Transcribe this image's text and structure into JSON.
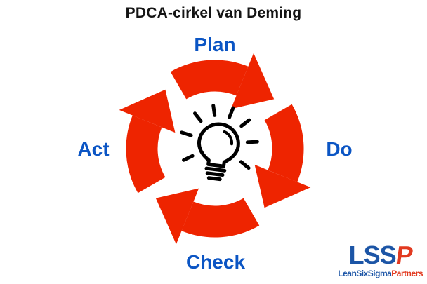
{
  "title": "PDCA-cirkel van Deming",
  "colors": {
    "cycle_red": "#ee2400",
    "label_blue": "#0b55c4",
    "title_color": "#141414",
    "logo_blue": "#1c55a6",
    "logo_red": "#e23a20"
  },
  "cycle": {
    "direction": "clockwise",
    "labels": {
      "top": "Plan",
      "right": "Do",
      "bottom": "Check",
      "left": "Act"
    },
    "center_icon": "lightbulb-icon"
  },
  "logo": {
    "acronym_blue": "LSS",
    "acronym_red": "P",
    "subtext_blue": "LeanSixSigma",
    "subtext_red": "Partners"
  }
}
